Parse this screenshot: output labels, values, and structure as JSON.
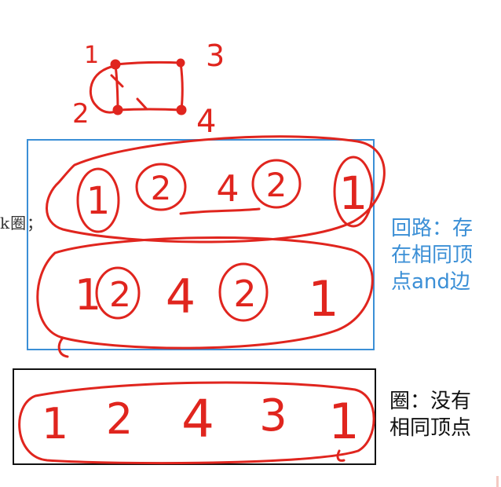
{
  "graph": {
    "vertex_labels": [
      "1",
      "3",
      "2",
      "4"
    ]
  },
  "circuit_row_1": {
    "sequence": [
      "1",
      "2",
      "4",
      "2",
      "1"
    ]
  },
  "circuit_row_2": {
    "sequence": [
      "1",
      "2",
      "4",
      "2",
      "1"
    ]
  },
  "cycle_row": {
    "sequence": [
      "1",
      "2",
      "4",
      "3",
      "1"
    ]
  },
  "fragment_text": "k圈；",
  "notes": {
    "circuit_lines": [
      "回路：存",
      "在相同顶",
      "点and边"
    ],
    "cycle_lines": [
      "圈：没有",
      "相同顶点"
    ]
  },
  "colors": {
    "ink": "#e0251e",
    "circuit_box": "#3b8fd6",
    "cycle_box": "#111111"
  }
}
